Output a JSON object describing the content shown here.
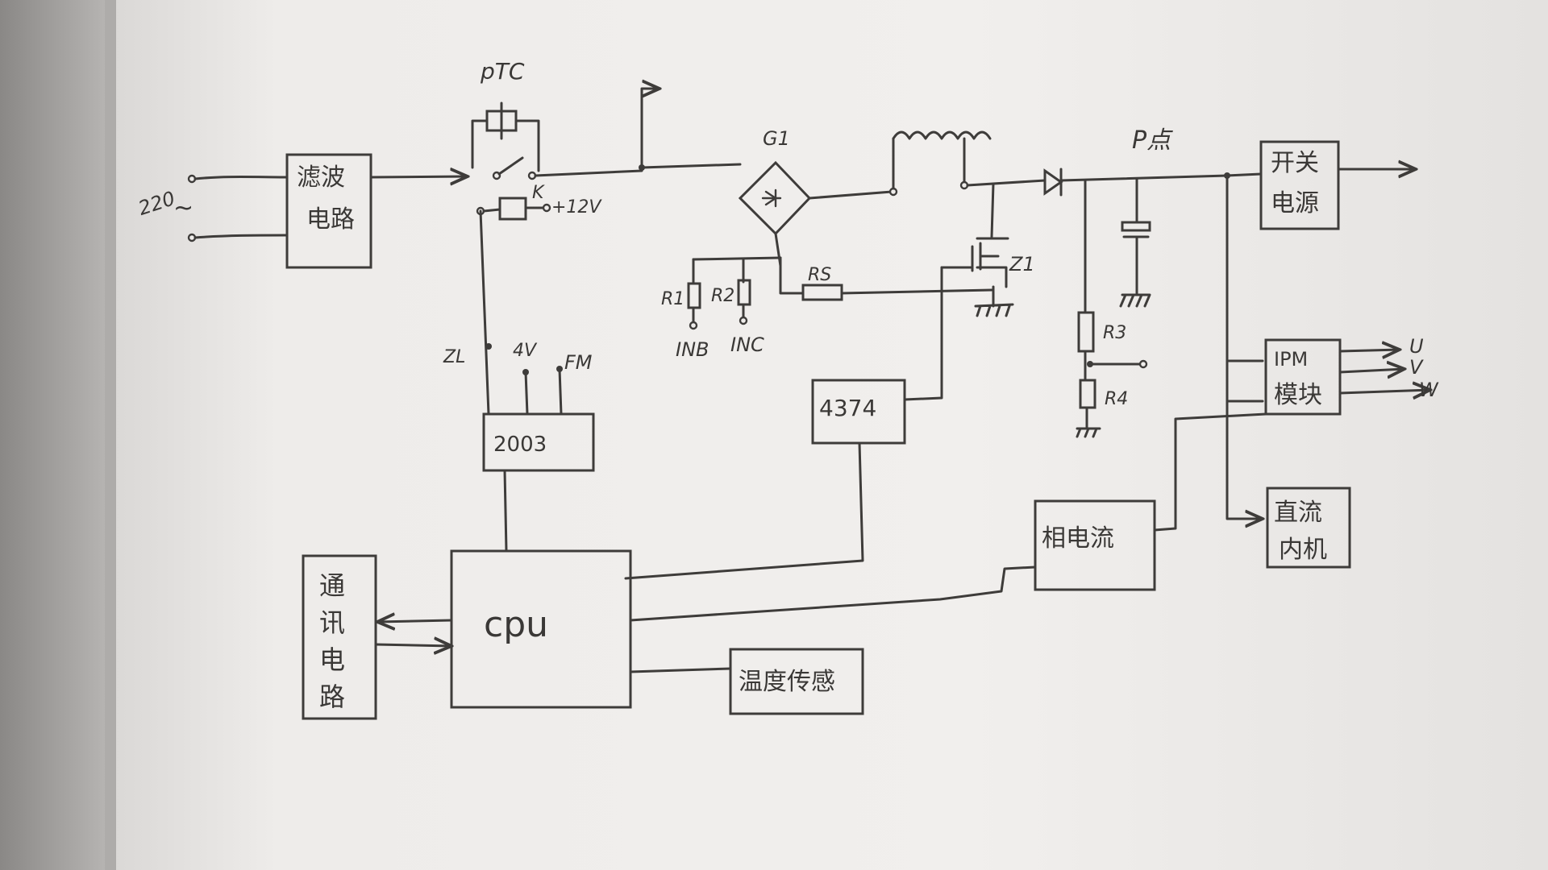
{
  "labels": {
    "ac_in": "220",
    "ac_symbol": "~",
    "filter_line1": "滤波",
    "filter_line2": "电路",
    "ptc": "pTC",
    "relay_k": "K",
    "relay_supply": "+12V",
    "bridge": "G1",
    "p_point": "P点",
    "r1": "R1",
    "r2": "R2",
    "rs": "RS",
    "in_b": "INB",
    "in_c": "INC",
    "igbt": "Z1",
    "r3": "R3",
    "r4": "R4",
    "smps_line1": "开关",
    "smps_line2": "电源",
    "ipm_line1": "IPM",
    "ipm_line2": "模块",
    "out_u": "U",
    "out_v": "V",
    "out_w": "W",
    "dc_line1": "直流",
    "dc_line2": "内机",
    "driver_2003": "2003",
    "sig_zl": "ZL",
    "sig_4v": "4V",
    "sig_fm": "FM",
    "chip_4374": "4374",
    "current_det": "相电流",
    "comm_line1": "通",
    "comm_line2": "讯",
    "comm_line3": "电",
    "comm_line4": "路",
    "cpu": "cpu",
    "temp_sensor": "温度传感"
  },
  "colors": {
    "paper": "#efedeb",
    "ink": "#3e3c3a",
    "background": "#6f6d6b"
  }
}
